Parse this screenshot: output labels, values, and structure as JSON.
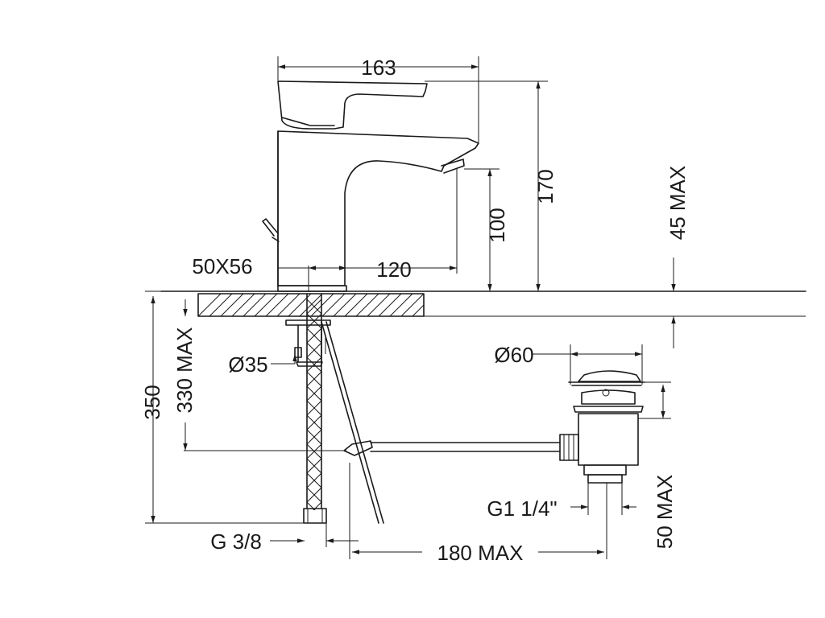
{
  "dimensions": {
    "faucet_width": "163",
    "faucet_height": "170",
    "spout_height": "100",
    "spout_reach": "120",
    "base_size": "50X56",
    "deck_thickness_max": "45 MAX",
    "hole_diameter": "Ø35",
    "hose_length": "350",
    "rod_length_max": "330 MAX",
    "hose_thread": "G 3/8",
    "waste_diameter": "Ø60",
    "waste_thread": "G1 1/4\"",
    "waste_height_max": "50 MAX",
    "rod_reach_max": "180 MAX"
  }
}
